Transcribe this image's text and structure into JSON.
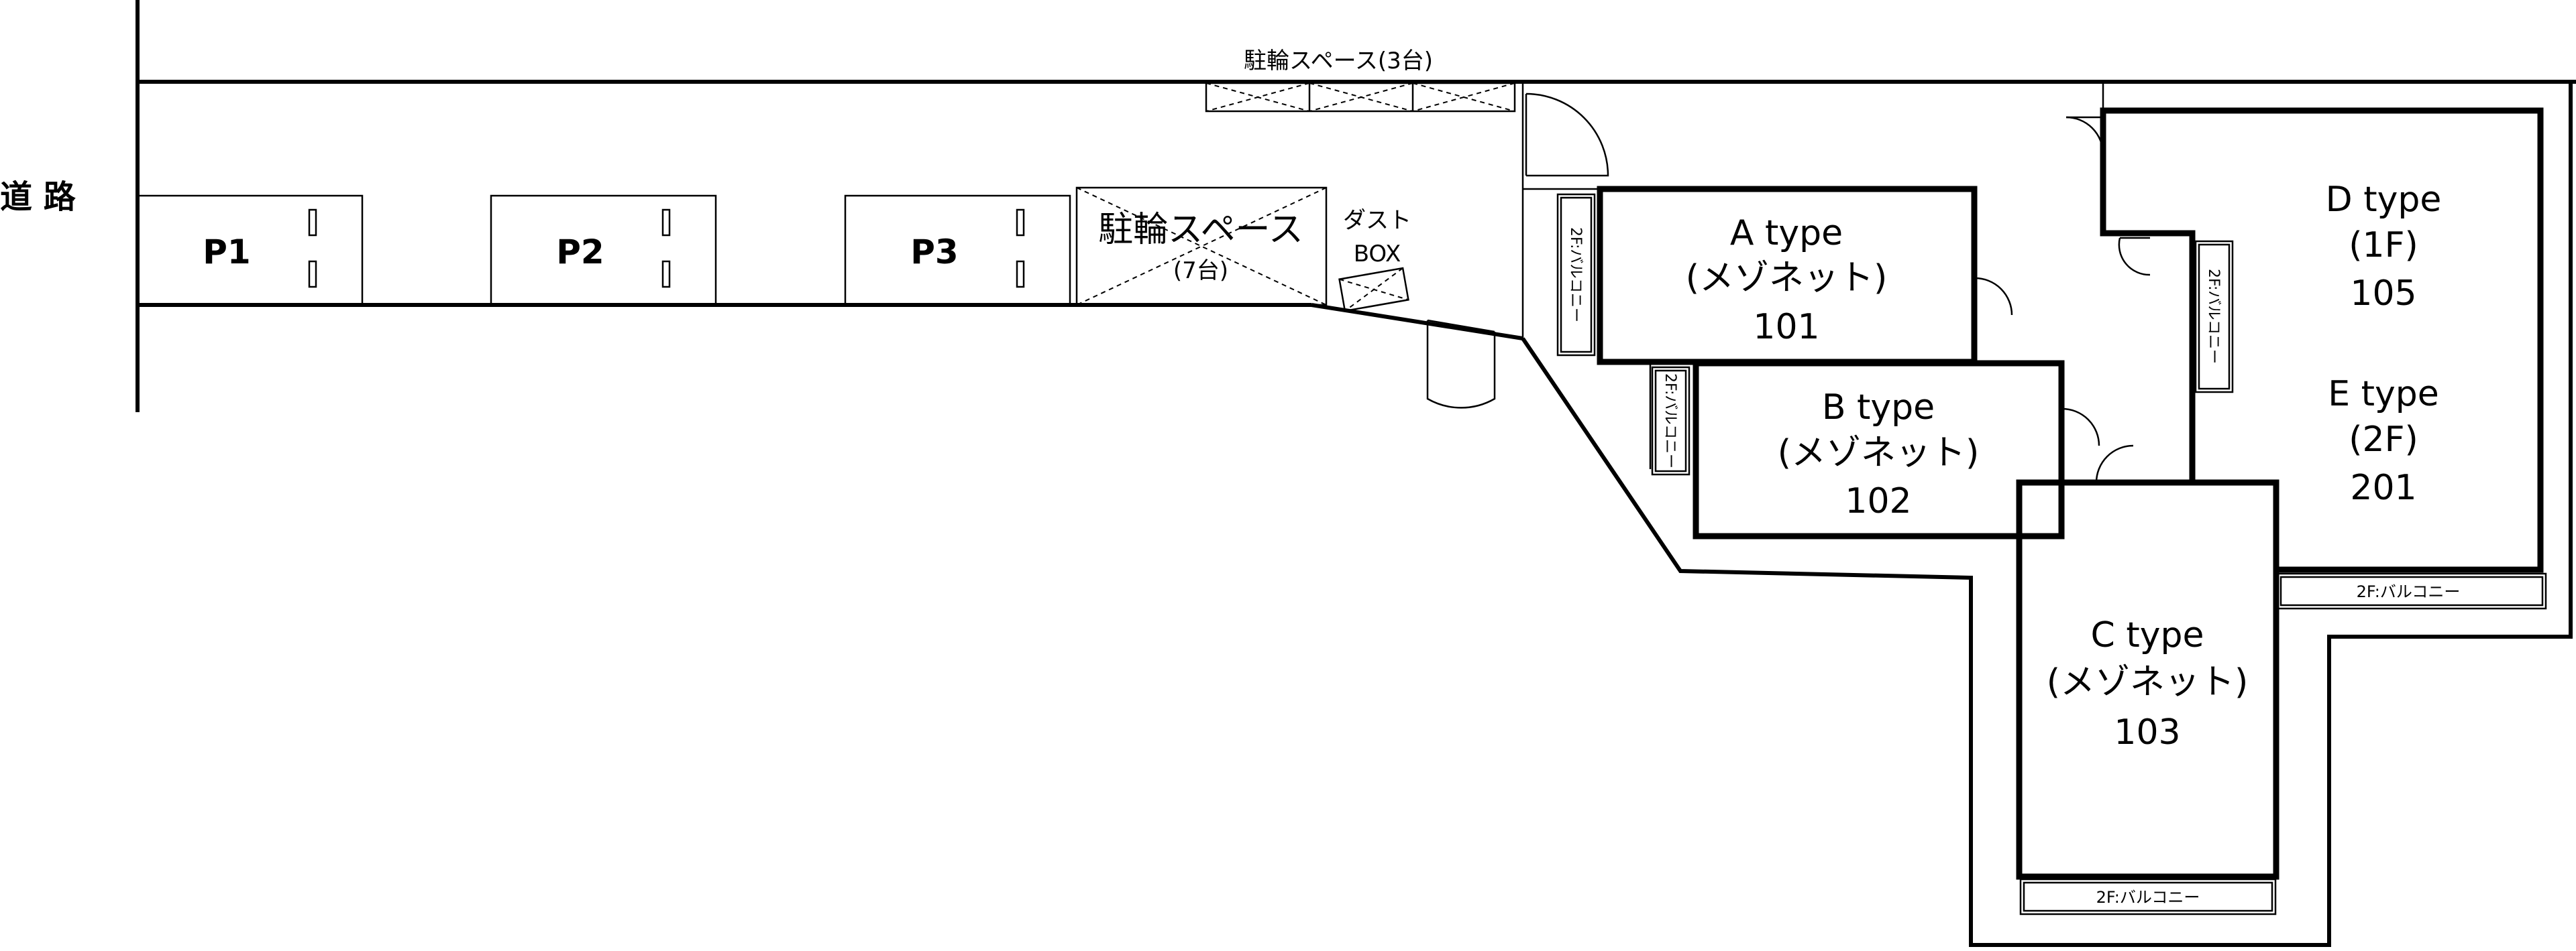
{
  "road_label": "道 路",
  "parking": [
    "P1",
    "P2",
    "P3"
  ],
  "bike_top": "駐輪スペース(3台)",
  "bike_main": [
    "駐輪スペース",
    "(7台)"
  ],
  "dust": [
    "ダスト",
    "BOX"
  ],
  "units": {
    "a": [
      "A type",
      "(メゾネット)",
      "101"
    ],
    "b": [
      "B type",
      "(メゾネット)",
      "102"
    ],
    "c": [
      "C type",
      "(メゾネット)",
      "103"
    ],
    "d": [
      "D type",
      "(1F)",
      "105"
    ],
    "e": [
      "E type",
      "(2F)",
      "201"
    ]
  },
  "balcony": "2F:バルコニー"
}
